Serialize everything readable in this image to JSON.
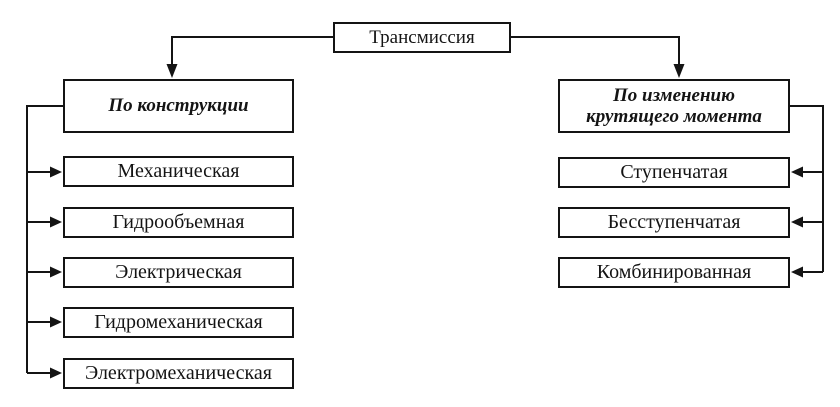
{
  "diagram": {
    "root": {
      "label": "Трансмиссия"
    },
    "left_branch": {
      "title": "По конструкции",
      "items": [
        "Механическая",
        "Гидрообъемная",
        "Электрическая",
        "Гидромеханическая",
        "Электромеханическая"
      ]
    },
    "right_branch": {
      "title": "По изменению крутящего момента",
      "title_lines": [
        "По изменению",
        "крутящего момента"
      ],
      "items": [
        "Ступенчатая",
        "Бесступенчатая",
        "Комбинированная"
      ]
    },
    "colors": {
      "line": "#141414",
      "background": "#ffffff",
      "box_fill": "#ffffff"
    }
  }
}
